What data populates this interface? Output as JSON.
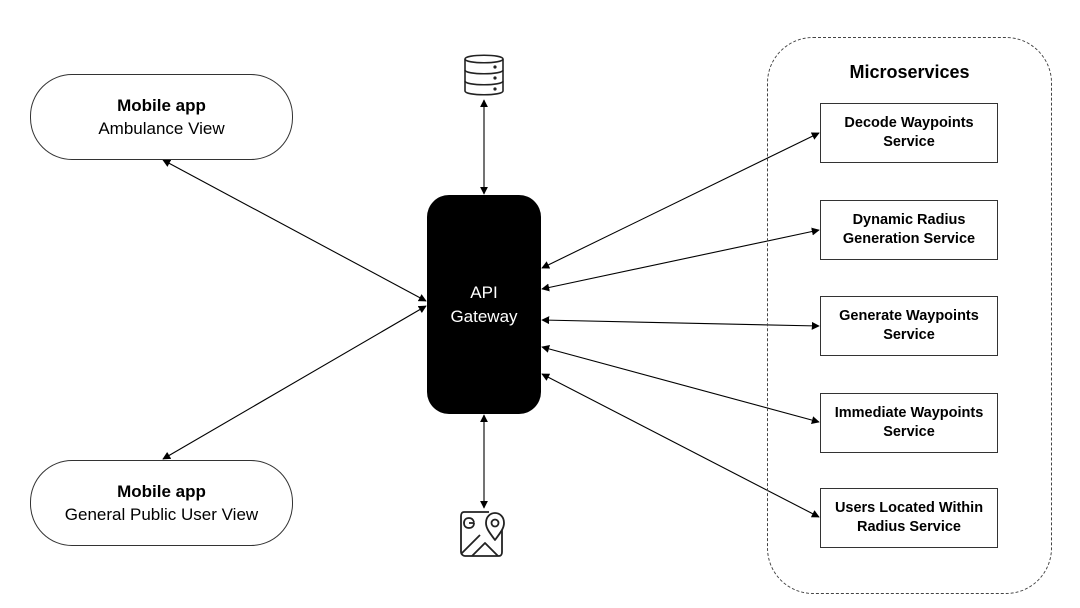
{
  "nodes": {
    "mobile_ambulance": {
      "title": "Mobile app",
      "subtitle": "Ambulance View"
    },
    "mobile_public": {
      "title": "Mobile app",
      "subtitle": "General Public User View"
    },
    "gateway": {
      "line1": "API",
      "line2": "Gateway"
    }
  },
  "microservices": {
    "title": "Microservices",
    "services": [
      {
        "line1": "Decode Waypoints",
        "line2": "Service"
      },
      {
        "line1": "Dynamic Radius",
        "line2": "Generation Service"
      },
      {
        "line1": "Generate Waypoints",
        "line2": "Service"
      },
      {
        "line1": "Immediate Waypoints",
        "line2": "Service"
      },
      {
        "line1": "Users Located Within",
        "line2": "Radius Service"
      }
    ]
  },
  "icons": {
    "database": "database-icon",
    "maps": "google-maps-icon"
  },
  "edges": [
    {
      "from": "mobile_ambulance",
      "to": "gateway",
      "direction": "both"
    },
    {
      "from": "mobile_public",
      "to": "gateway",
      "direction": "both"
    },
    {
      "from": "database",
      "to": "gateway",
      "direction": "both"
    },
    {
      "from": "maps",
      "to": "gateway",
      "direction": "both"
    },
    {
      "from": "gateway",
      "to": "services.0",
      "direction": "both"
    },
    {
      "from": "gateway",
      "to": "services.1",
      "direction": "both"
    },
    {
      "from": "gateway",
      "to": "services.2",
      "direction": "both"
    },
    {
      "from": "gateway",
      "to": "services.3",
      "direction": "both"
    },
    {
      "from": "gateway",
      "to": "services.4",
      "direction": "both"
    }
  ]
}
